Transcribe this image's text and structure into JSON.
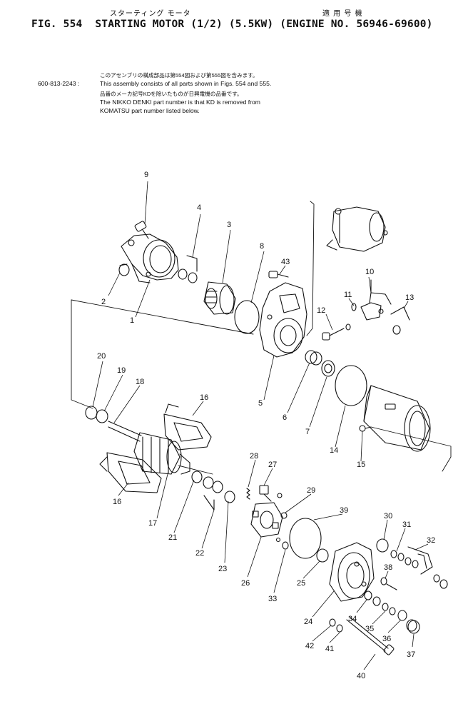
{
  "header": {
    "jp_title": "スターティング モータ",
    "jp_applicable": "適 用 号 機",
    "fig_label": "FIG. 554",
    "title": "STARTING MOTOR (1/2) (5.5KW) (ENGINE NO. 56946-69600)"
  },
  "notes": {
    "jp_assembly": "このアセンブリの構成部品は第554図および第555図を含みます。",
    "part_number": "600-813-2243 :",
    "assembly_text": "This assembly consists of all parts shown in Figs. 554 and 555.",
    "jp_nikko": "品番のメーカ記号KDを除いたものが日興電機の品番です。",
    "nikko_line1": "The NIKKO DENKI part number is that KD is removed from",
    "nikko_line2": "KOMATSU part number listed below."
  },
  "callouts": {
    "c1": "1",
    "c2": "2",
    "c3": "3",
    "c4": "4",
    "c5": "5",
    "c6": "6",
    "c7": "7",
    "c8": "8",
    "c9": "9",
    "c10": "10",
    "c11": "11",
    "c12": "12",
    "c13": "13",
    "c14": "14",
    "c15": "15",
    "c16a": "16",
    "c16b": "16",
    "c17": "17",
    "c18": "18",
    "c19": "19",
    "c20": "20",
    "c21": "21",
    "c22": "22",
    "c23": "23",
    "c24": "24",
    "c25": "25",
    "c26": "26",
    "c27": "27",
    "c28": "28",
    "c29": "29",
    "c30": "30",
    "c31": "31",
    "c32": "32",
    "c33": "33",
    "c34": "34",
    "c35": "35",
    "c36": "36",
    "c37": "37",
    "c38": "38",
    "c39": "39",
    "c40": "40",
    "c41": "41",
    "c42": "42",
    "c43": "43"
  }
}
